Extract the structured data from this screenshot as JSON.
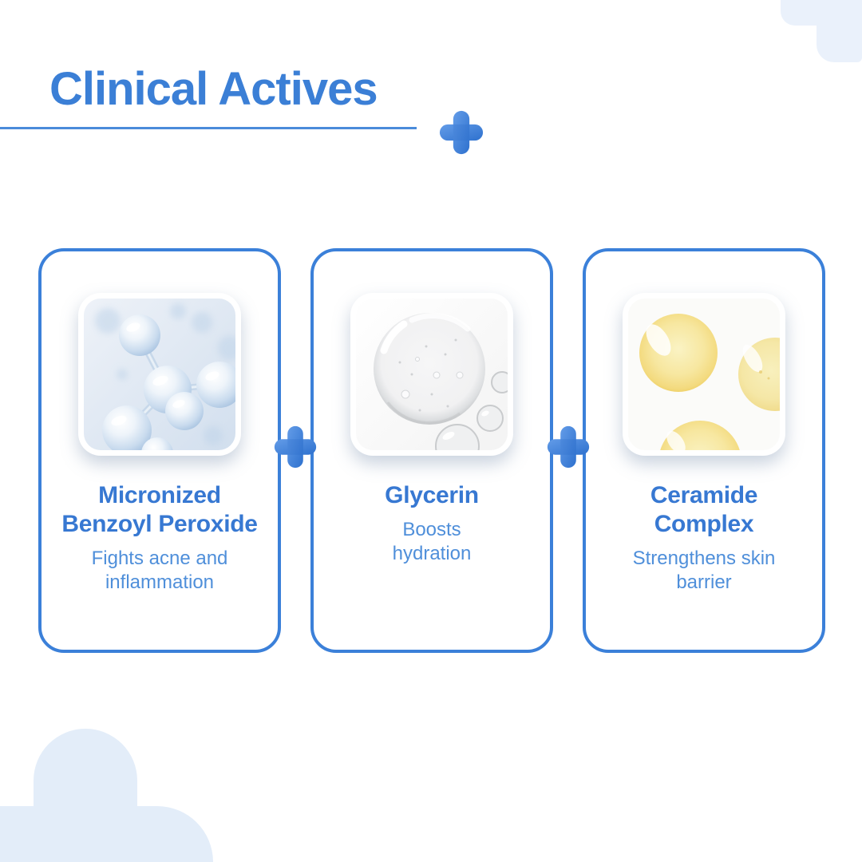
{
  "header": {
    "title": "Clinical Actives"
  },
  "colors": {
    "title_blue": "#3b7fd6",
    "card_border_blue": "#3b80d9",
    "card_title_blue": "#3778d2",
    "card_subtitle_blue": "#4f8fda",
    "plus_light": "#639ce8",
    "plus_dark": "#2e71ce",
    "decor_light_blue": "#eaf1fb"
  },
  "cards": [
    {
      "title_lines": [
        "Micronized",
        "Benzoyl Peroxide"
      ],
      "subtitle_lines": [
        "Fights acne and",
        "inflammation"
      ],
      "image": "blue-molecules-photo"
    },
    {
      "title_lines": [
        "Glycerin"
      ],
      "subtitle_lines": [
        "Boosts",
        "hydration"
      ],
      "image": "clear-gel-droplet-photo"
    },
    {
      "title_lines": [
        "Ceramide",
        "Complex"
      ],
      "subtitle_lines": [
        "Strengthens skin",
        "barrier"
      ],
      "image": "yellow-oil-drops-photo"
    }
  ]
}
